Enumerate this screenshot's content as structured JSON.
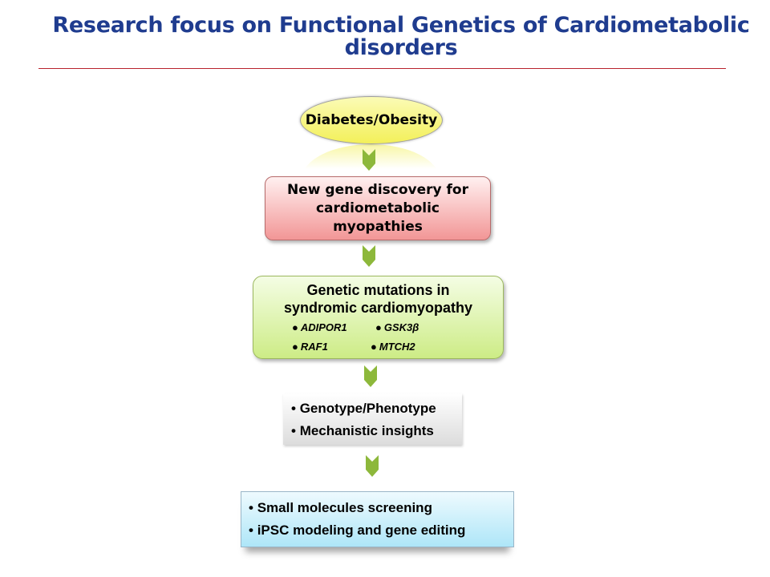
{
  "header": {
    "title_line1": "Research focus on Functional Genetics of Cardiometabolic",
    "title_line2": "disorders"
  },
  "flow": {
    "start": "Diabetes/Obesity",
    "step1": "New gene discovery for cardiometabolic myopathies",
    "step2": {
      "heading_line1": "Genetic mutations in",
      "heading_line2": "syndromic cardiomyopathy",
      "genes": [
        "ADIPOR1",
        "GSK3β",
        "RAF1",
        "MTCH2"
      ]
    },
    "step3": [
      "Genotype/Phenotype",
      "Mechanistic insights"
    ],
    "step4": [
      "Small molecules screening",
      "iPSC modeling and gene editing"
    ]
  },
  "colors": {
    "title": "#1f3c8f",
    "rule": "#b8232d",
    "arrow": "#8db83b",
    "ellipse": "#f3f05a",
    "pink_box": "#f29696",
    "green_box": "#cdec86",
    "blue_box": "#aee6f8"
  }
}
